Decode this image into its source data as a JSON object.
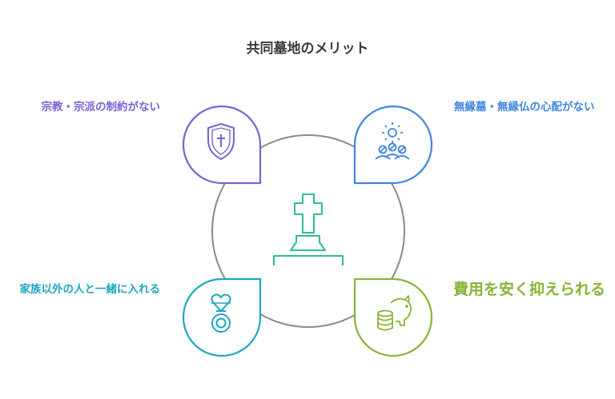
{
  "title": "共同墓地のメリット",
  "benefits": [
    {
      "position": "top-left",
      "label": "宗教・宗派の制約がない",
      "icon": "shield-cross-icon",
      "color": "#7b61d6"
    },
    {
      "position": "top-right",
      "label": "無縁墓・無縁仏の心配がない",
      "icon": "people-network-icon",
      "color": "#3f86dd"
    },
    {
      "position": "bottom-left",
      "label": "家族以外の人と一緒に入れる",
      "icon": "heart-ring-icon",
      "color": "#1fa6c2"
    },
    {
      "position": "bottom-right",
      "label": "費用を安く抑えられる",
      "icon": "piggy-bank-coins-icon",
      "color": "#89b336"
    }
  ],
  "center": {
    "icon": "grave-cross-icon",
    "color": "#2fbf86"
  }
}
